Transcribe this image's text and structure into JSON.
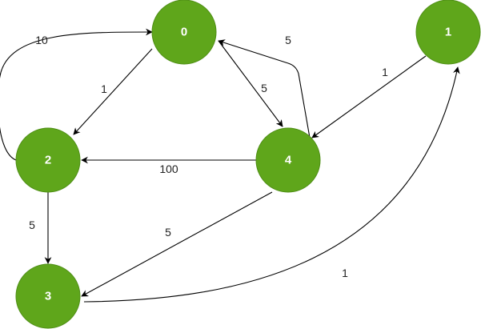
{
  "graph": {
    "node_color": "#5fa61b",
    "label_color": "#ffffff",
    "nodes": [
      {
        "id": "0",
        "label": "0"
      },
      {
        "id": "1",
        "label": "1"
      },
      {
        "id": "2",
        "label": "2"
      },
      {
        "id": "3",
        "label": "3"
      },
      {
        "id": "4",
        "label": "4"
      }
    ],
    "edges": [
      {
        "from": "0",
        "to": "2",
        "weight": "1"
      },
      {
        "from": "2",
        "to": "0",
        "weight": "10"
      },
      {
        "from": "0",
        "to": "4",
        "weight": "5"
      },
      {
        "from": "4",
        "to": "0",
        "weight": "5"
      },
      {
        "from": "1",
        "to": "4",
        "weight": "1"
      },
      {
        "from": "4",
        "to": "2",
        "weight": "100"
      },
      {
        "from": "2",
        "to": "3",
        "weight": "5"
      },
      {
        "from": "4",
        "to": "3",
        "weight": "5"
      },
      {
        "from": "3",
        "to": "1",
        "weight": "1"
      }
    ]
  }
}
